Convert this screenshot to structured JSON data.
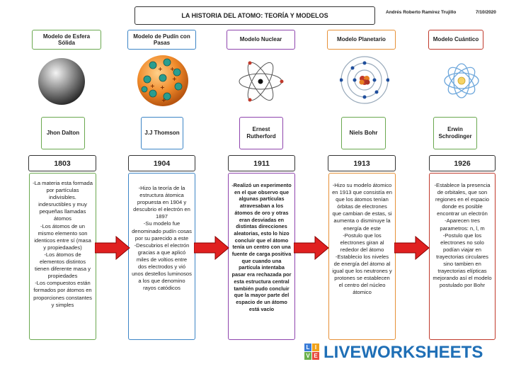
{
  "header": {
    "title": "LA HISTORIA DEL ATOMO: TEORÍA Y MODELOS",
    "author": "Andrés Roberto Ramírez Trujillo",
    "date": "7/10/2020"
  },
  "columns": [
    {
      "model": "Modelo de Esfera Sólida",
      "person": "Jhon Dalton",
      "year": "1803",
      "description": "-La materia esta formada por partículas indivisibles. indesructibles y muy pequeñas llamadas átomos\n-Los átomos de un mismo elemento son identicos entre sí (masa y propiedaades)\n-Los átomos de elementos distintos tienen diferente masa y propiedades\n-Los compuestos están formados por átomos en proporciones constantes y simples",
      "color": "#6aa84f"
    },
    {
      "model": "Modelo de Pudín con Pasas",
      "person": "J.J Thomson",
      "year": "1904",
      "description": "-Hizo la teoría de la estructura átomica propuesta en 1904 y descubrio el electrón en 1897\n-Su modelo fue denominado pudín cosas por su parecido a este\n-Descubrios el electrón gracias a que aplicó miles de voltios entre dos electrodos y vió unos destellos luminosos a los que denomino rayos catódicos",
      "color": "#3d85c6"
    },
    {
      "model": "Modelo Nuclear",
      "person": "Ernest Rutherford",
      "year": "1911",
      "description": "-Realizó un experimento en el que observo que algunas partículas atravesaban a los átomos de oro y otras eran desviadas en distintas direcciones aleatorias, esto lo hizo concluir que el átomo tenía un centro con una fuente de carga positiva que cuando una partícula intentaba pasar era rechazada por esta estructura central también pudo concluir que la mayor parte del espacio de un átomo está vacío",
      "color": "#8e44ad"
    },
    {
      "model": "Modelo Planetario",
      "person": "Niels Bohr",
      "year": "1913",
      "description": "-Hizo su modelo átomico en 1913 que consistía en que los átomos tenían órbitas de electrones que cambian de estas, si aumenta o disminuye la energía de este\n-Postulo que los electrones giran al rededor del átomo\n-Establecio los niveles de energía del átomo al igual que los neutrones y protones se establecen el centro del núcleo átomico",
      "color": "#e69138"
    },
    {
      "model": "Modelo Cuántico",
      "person": "Erwin Schrodinger",
      "year": "1926",
      "description": "-Establece la presencia de orbitales, que son regiones en el espacio donde es posible encontrar un electrón\n-Aparecen tres parametros: n, l, m\n-Postulo que los electrones no solo podían viajar en trayectorias circulares sino tambien en trayectorias elípticas mejorando así el modelo postulado por Bohr",
      "color": "#c0392b"
    }
  ],
  "icons": [
    "solid-sphere-icon",
    "plum-pudding-icon",
    "nuclear-atom-icon",
    "planetary-atom-icon",
    "quantum-orbital-icon"
  ],
  "arrow_color": "#e02020",
  "footer": {
    "logo_letters": [
      "L",
      "I",
      "V",
      "E"
    ],
    "logo_text": "LIVEWORKSHEETS"
  }
}
